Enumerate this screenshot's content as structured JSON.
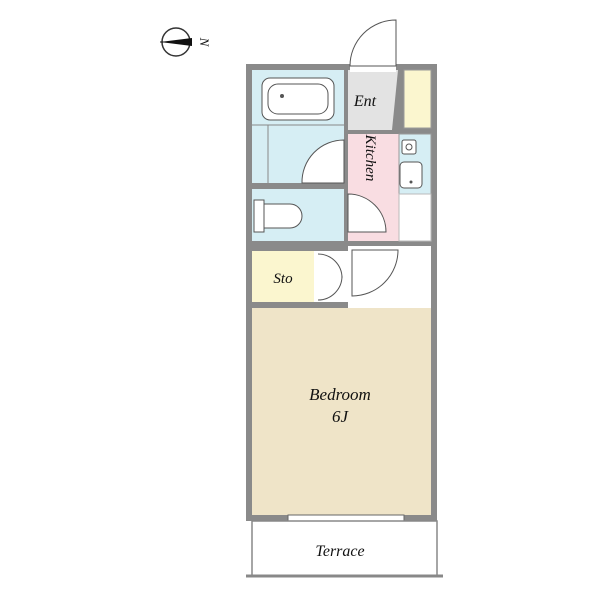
{
  "compass": {
    "direction": "N",
    "icon": "north-arrow-icon"
  },
  "rooms": {
    "entrance": {
      "label": "Ent"
    },
    "kitchen": {
      "label": "Kitchen"
    },
    "storage": {
      "label": "Sto"
    },
    "bedroom": {
      "label": "Bedroom",
      "size": "6J"
    },
    "terrace": {
      "label": "Terrace"
    }
  },
  "colors": {
    "wall": "#8a8a8a",
    "wet_area": "#d6eef4",
    "entrance": "#e3e3e3",
    "kitchen": "#f9dde2",
    "storage": "#fbf6cf",
    "bedroom": "#efe4c8",
    "terrace": "#ffffff",
    "line": "#555555"
  }
}
